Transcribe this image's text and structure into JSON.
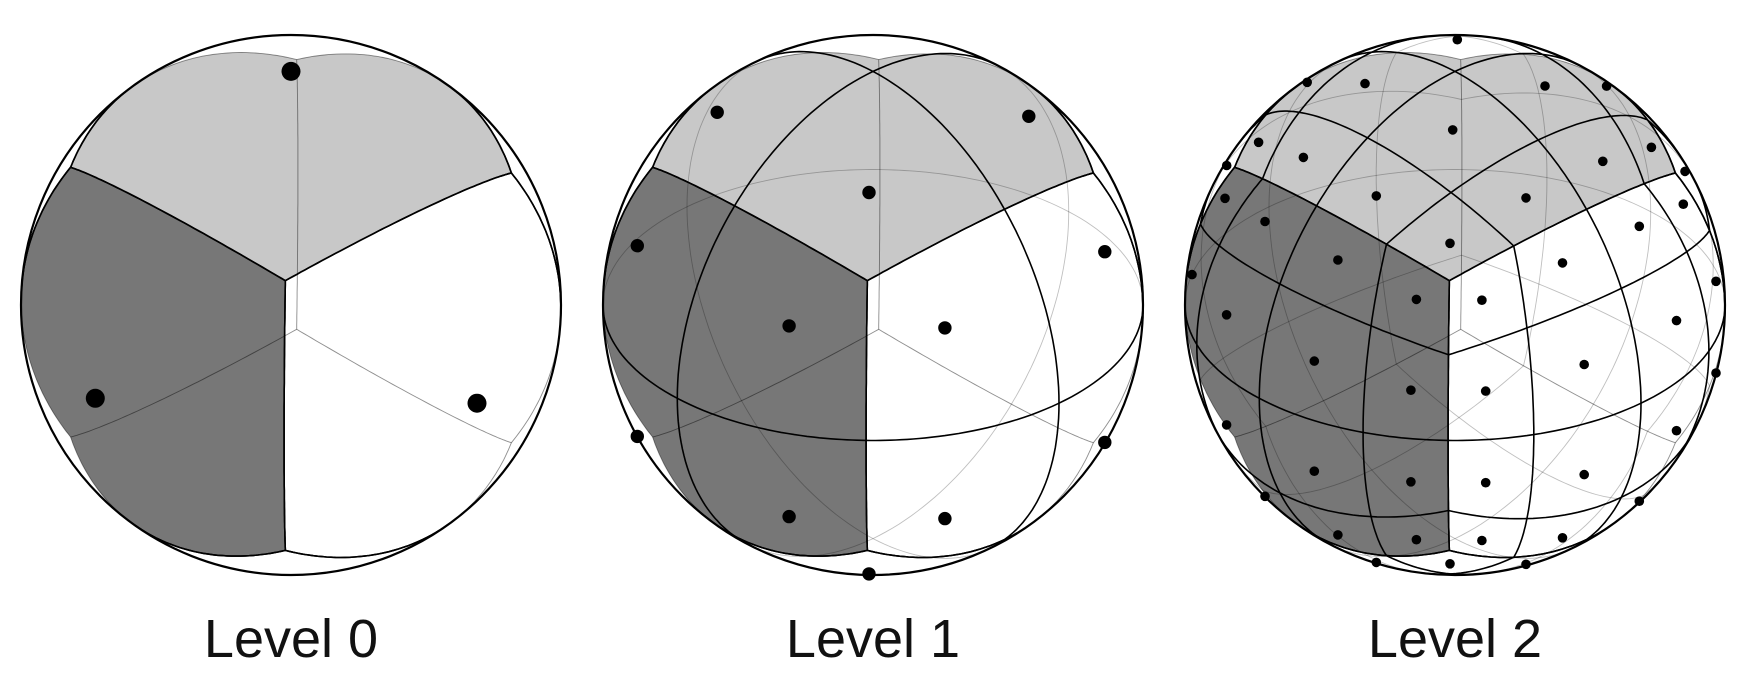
{
  "colors": {
    "background": "#ffffff",
    "line": "#000000",
    "light_face": "#c8c8c8",
    "dark_face": "#777777",
    "point": "#000000"
  },
  "panels": [
    {
      "label": "Level 0",
      "level": 0,
      "grid_divisions": 1
    },
    {
      "label": "Level 1",
      "level": 1,
      "grid_divisions": 2
    },
    {
      "label": "Level 2",
      "level": 2,
      "grid_divisions": 4
    }
  ]
}
